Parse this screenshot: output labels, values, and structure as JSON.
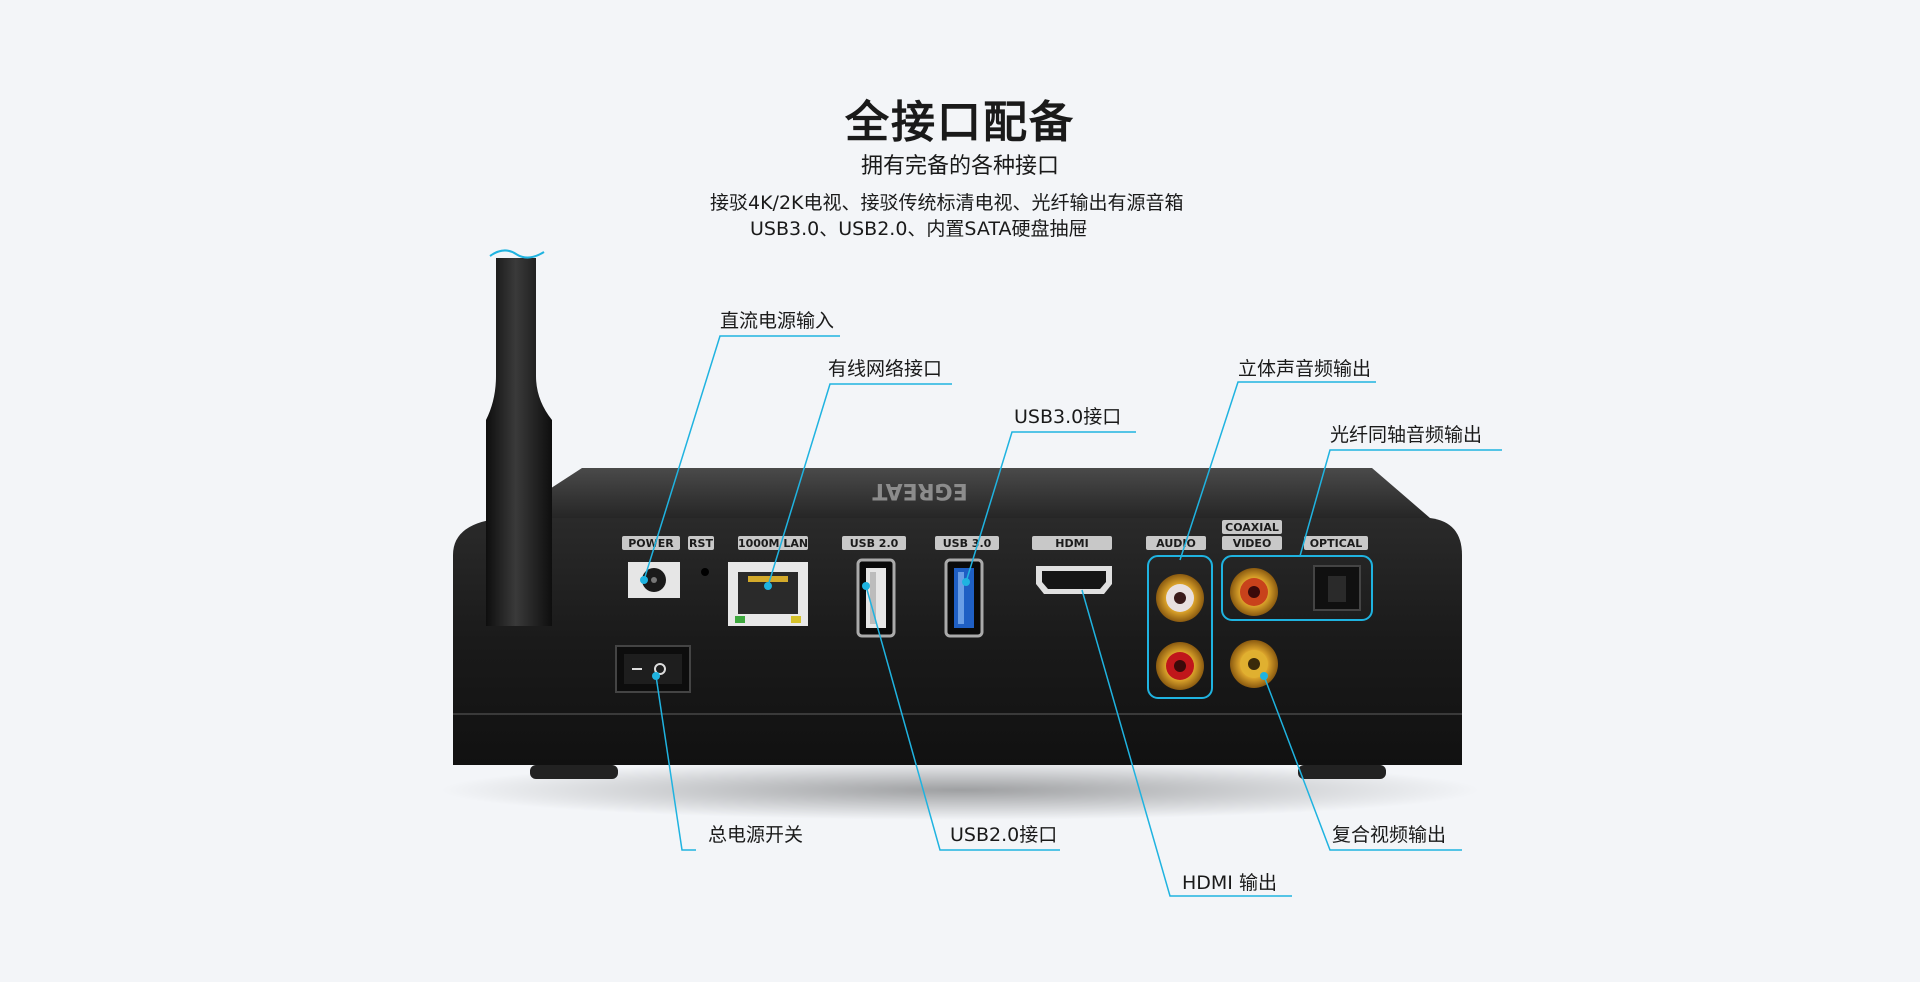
{
  "header": {
    "title": "全接口配备",
    "subtitle": "拥有完备的各种接口",
    "desc_line1": "接驳4K/2K电视、接驳传统标清电视、光纤输出有源音箱",
    "desc_line2": "USB3.0、USB2.0、内置SATA硬盘抽屉"
  },
  "callouts": {
    "dc_power": "直流电源输入",
    "lan": "有线网络接口",
    "usb3": "USB3.0接口",
    "stereo_audio": "立体声音频输出",
    "optical_coax": "光纤同轴音频输出",
    "main_switch": "总电源开关",
    "usb2": "USB2.0接口",
    "composite": "复合视频输出",
    "hdmi": "HDMI 输出"
  },
  "panel_labels": {
    "power": "POWER",
    "rst": "RST",
    "lan": "1000M LAN",
    "usb2": "USB 2.0",
    "usb3": "USB 3.0",
    "hdmi": "HDMI",
    "audio": "AUDIO",
    "coaxial": "COAXIAL",
    "video": "VIDEO",
    "optical": "OPTICAL"
  },
  "colors": {
    "background": "#f3f5f8",
    "leader_line": "#1fb3e0",
    "device_body": "#1c1c1c",
    "rca_red": "#c0161b",
    "rca_gold": "#d9a12a",
    "usb3_blue": "#1f5fc4"
  }
}
